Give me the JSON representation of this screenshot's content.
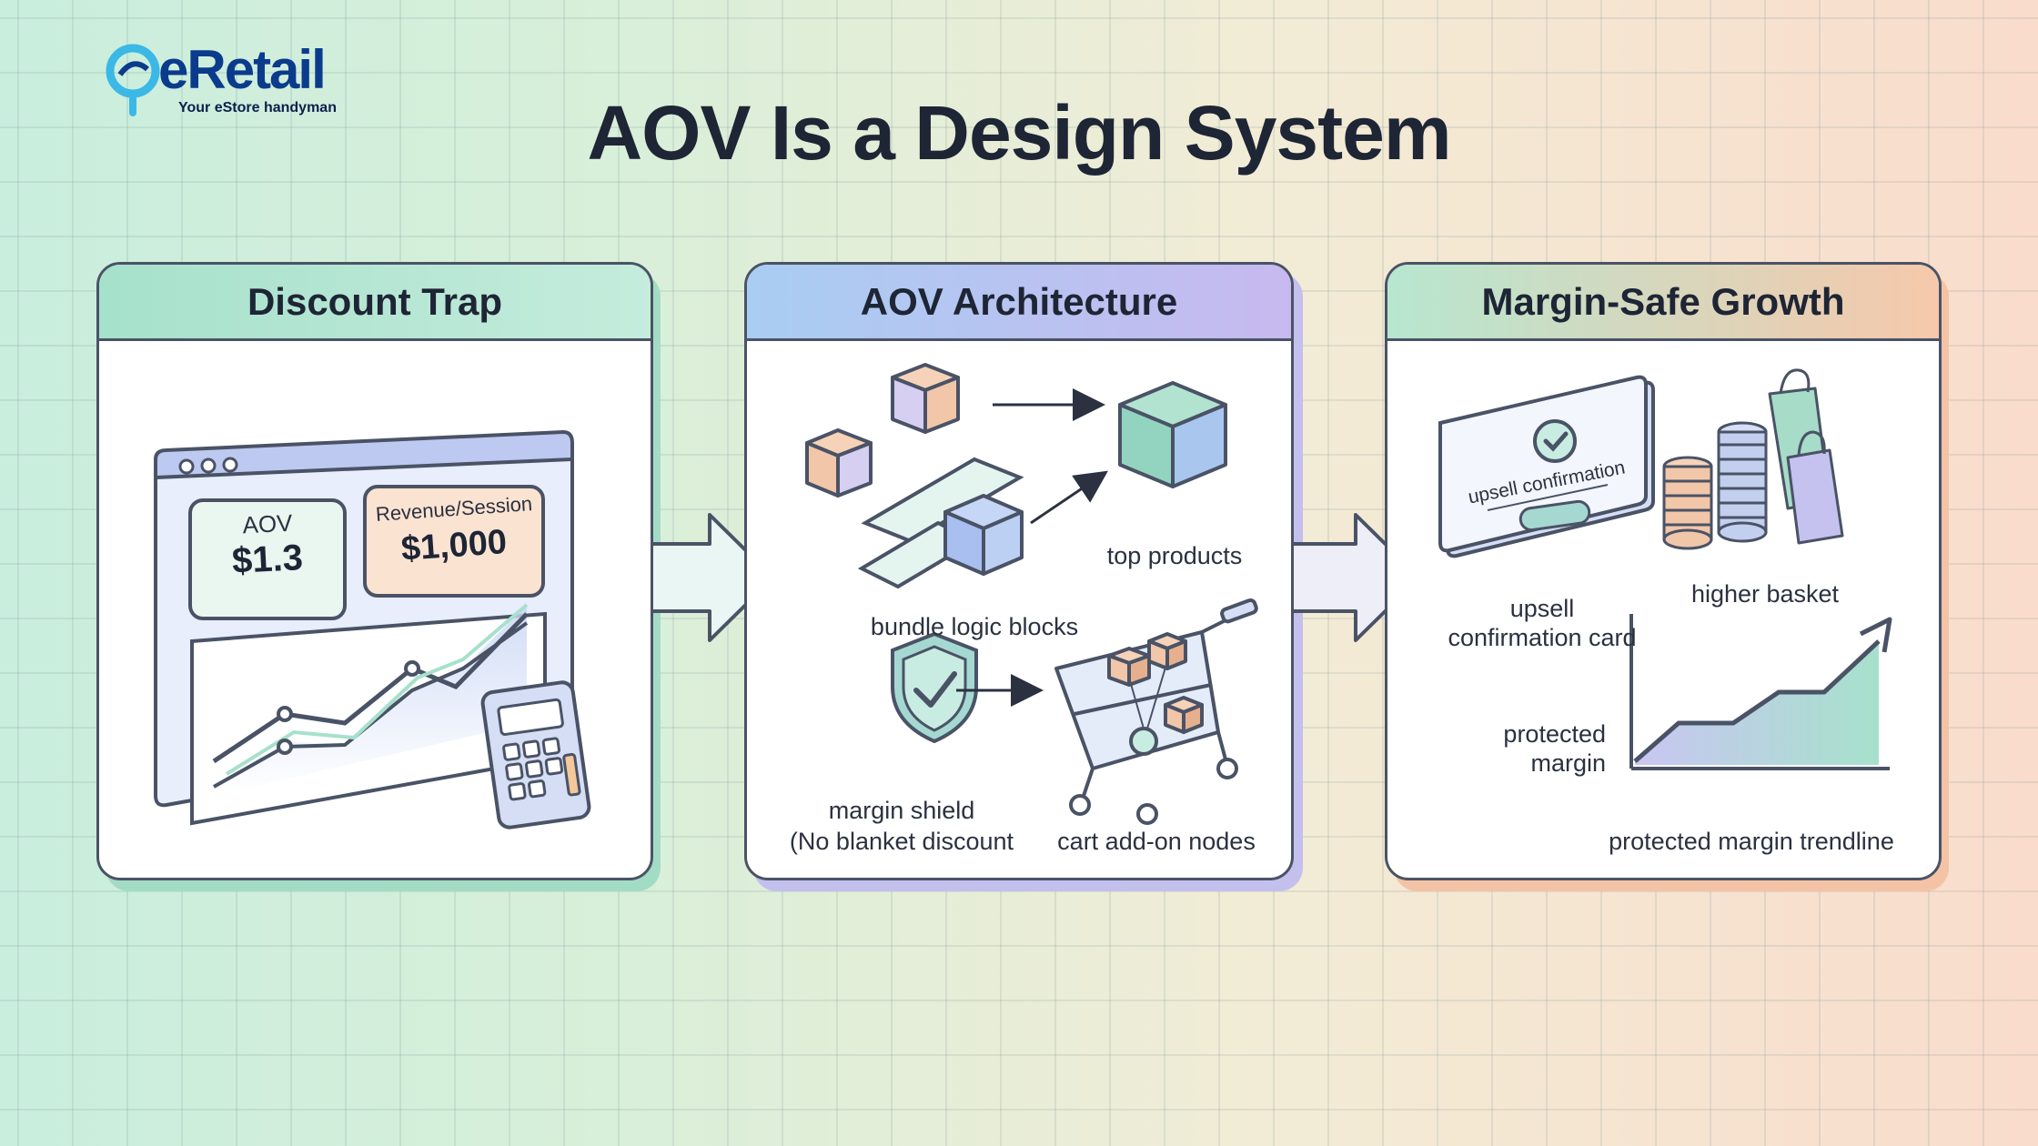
{
  "brand": {
    "name": "eRetail",
    "tagline": "Your eStore handyman",
    "colors": {
      "primary": "#0b3b8c",
      "accent": "#3bb8e6"
    }
  },
  "title": "AOV Is a Design System",
  "panels": [
    {
      "heading": "Discount Trap",
      "header_color": "#a9e2cb",
      "dashboard": {
        "metric_1_label": "AOV",
        "metric_1_value": "$1.3",
        "metric_2_label": "Revenue/Session",
        "metric_2_value": "$1,000"
      },
      "icons": [
        "browser-window-icon",
        "line-chart-icon",
        "calculator-icon"
      ]
    },
    {
      "heading": "AOV Architecture",
      "header_color": "#b9c6f2",
      "labels": {
        "top_products": "top products",
        "bundle_logic": "bundle logic blocks",
        "margin_shield_1": "margin shield",
        "margin_shield_2": "(No blanket discount",
        "cart_nodes": "cart add-on nodes"
      },
      "icons": [
        "box-icon",
        "cube-icon",
        "shield-check-icon",
        "shopping-cart-icon"
      ]
    },
    {
      "heading": "Margin-Safe Growth",
      "header_color": "#f7c9ac",
      "labels": {
        "card_text": "upsell confirmation",
        "upsell_1": "upsell",
        "upsell_2": "confirmation card",
        "higher_basket": "higher basket",
        "protected_1": "protected",
        "protected_2": "margin",
        "trendline": "protected margin trendline"
      },
      "icons": [
        "card-check-icon",
        "coin-stack-icon",
        "shopping-bag-icon",
        "trend-arrow-icon"
      ]
    }
  ]
}
